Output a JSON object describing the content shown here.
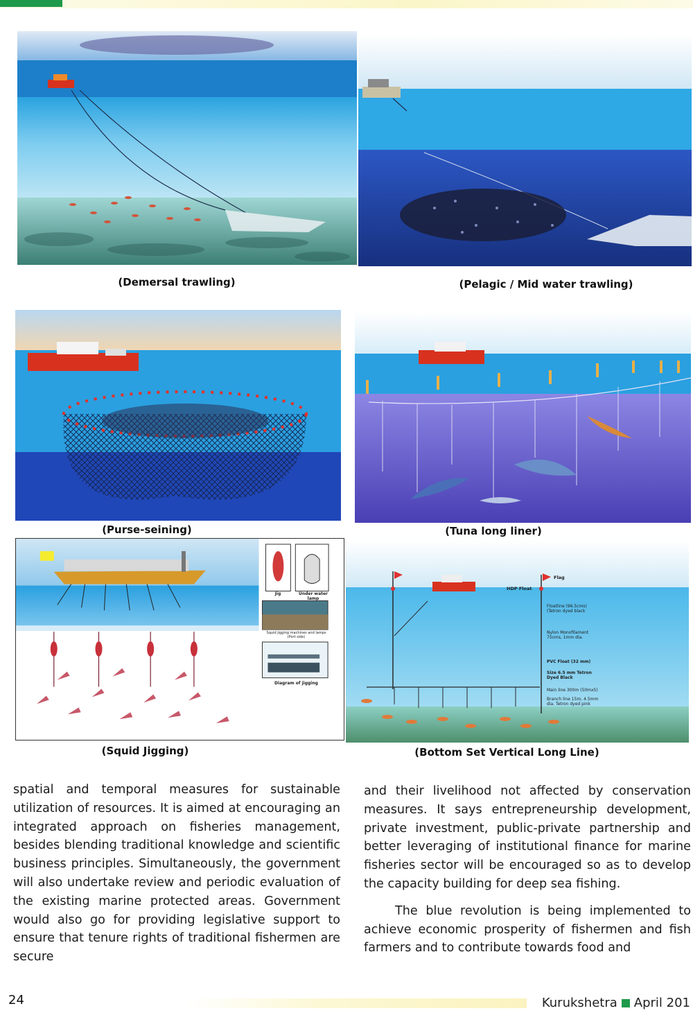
{
  "figures": {
    "demersal": {
      "caption": "(Demersal trawling)"
    },
    "pelagic": {
      "caption": "(Pelagic / Mid water trawling)"
    },
    "purse": {
      "caption": "(Purse-seining)"
    },
    "tuna": {
      "caption": "(Tuna long liner)"
    },
    "squid": {
      "caption": "(Squid Jigging)",
      "inset_labels": [
        "Jig",
        "Under water lamp",
        "Squid jigging machines and lamps (Port side)",
        "Diagram of jigging"
      ]
    },
    "bottom": {
      "caption": "(Bottom Set Vertical Long Line)",
      "labels": [
        "Flag",
        "HDP Float",
        "Floatline (96.5cms) (Tetron dyed black",
        "Nylon Monofilament 75cms, 1mm dia.",
        "PVC Float (32 mm)",
        "Size 6.5 mm Tetron Dyed Black",
        "Main line 300m (50mx5)",
        "Branch line 15m, 4.5mm dia. Tetron dyed pink"
      ]
    }
  },
  "body": {
    "left_column": "spatial and temporal measures for sustainable utilization of resources. It is aimed at encouraging an integrated approach on fisheries management, besides blending traditional knowledge and scientific business principles. Simultaneously, the government will also undertake review and periodic evaluation of the existing marine protected areas. Government would also go for providing legislative support to ensure that tenure rights of traditional fishermen are secure",
    "right_column_p1": "and their livelihood not affected by conservation measures. It says entrepreneurship development, private investment, public-private partnership and better leveraging of institutional finance for marine fisheries sector will be encouraged so as to develop the capacity building for deep sea fishing.",
    "right_column_p2": "The blue revolution is being implemented to achieve economic prosperity of fishermen and fish farmers and to contribute towards food and"
  },
  "footer": {
    "page_number": "24",
    "magazine": "Kurukshetra",
    "issue": "April 201"
  },
  "colors": {
    "accent_green": "#1e9a4a",
    "sea_blue": "#1a8fd0",
    "deep_blue": "#1d3c9e",
    "purple_sea": "#6c62d4",
    "ship_red": "#d8321f"
  }
}
